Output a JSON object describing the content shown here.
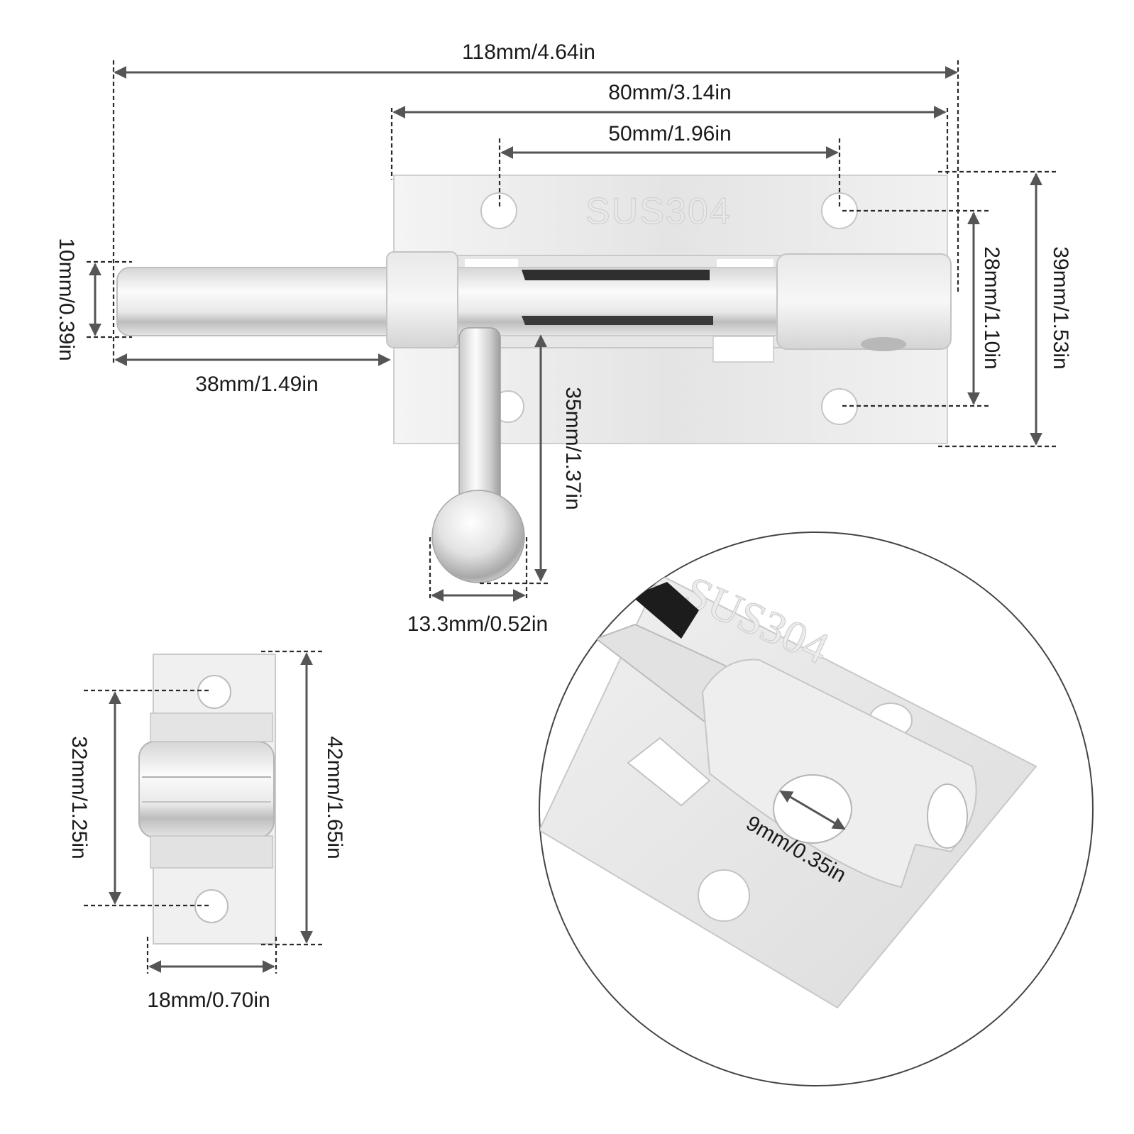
{
  "engraving": "SUS304",
  "dimensions": {
    "overall_length": "118mm/4.64in",
    "plate_length": "80mm/3.14in",
    "hole_spacing": "50mm/1.96in",
    "bolt_diameter": "10mm/0.39in",
    "bolt_extension": "38mm/1.49in",
    "hole_vertical_spacing": "28mm/1.10in",
    "plate_height": "39mm/1.53in",
    "handle_length": "35mm/1.37in",
    "knob_diameter": "13.3mm/0.52in",
    "keeper_hole_spacing": "32mm/1.25in",
    "keeper_height": "42mm/1.65in",
    "keeper_width": "18mm/0.70in",
    "bolt_hole_diameter": "9mm/0.35in"
  },
  "colors": {
    "steel_light": "#f2f2f2",
    "steel_mid": "#dcdcdc",
    "steel_dark": "#9a9a9a",
    "dimension_line": "#2b2b2b",
    "arrow": "#555555"
  }
}
